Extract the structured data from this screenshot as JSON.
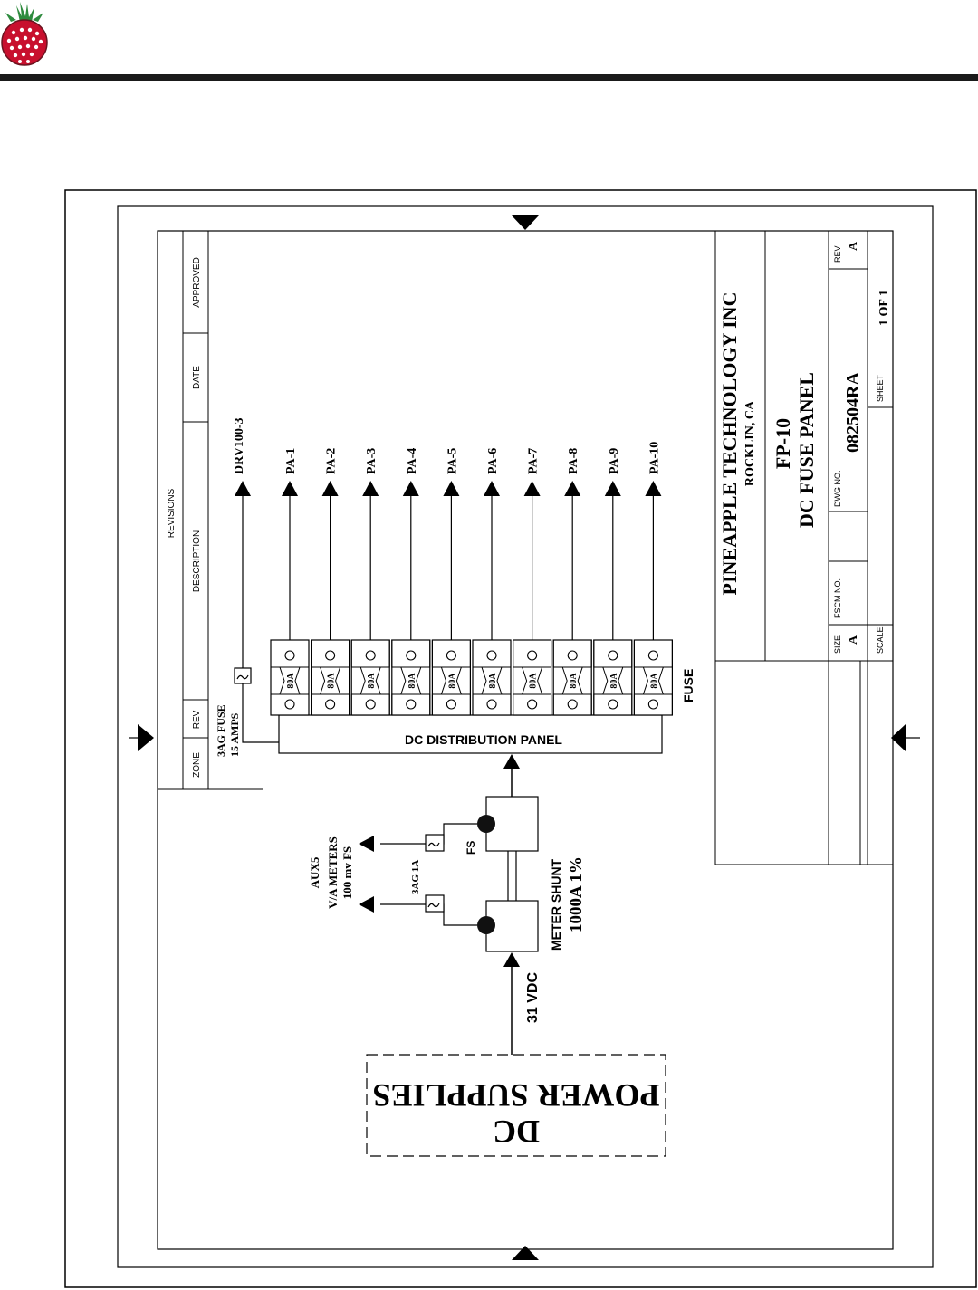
{
  "revisions": {
    "title": "REVISIONS",
    "columns": [
      "ZONE",
      "REV",
      "DESCRIPTION",
      "DATE",
      "APPROVED"
    ]
  },
  "title_block": {
    "company": "PINEAPPLE TECHNOLOGY INC",
    "location": "ROCKLIN, CA",
    "model": "FP-10",
    "drawing_title": "DC FUSE PANEL",
    "size_label": "SIZE",
    "size_value": "A",
    "fscm_label": "FSCM  NO.",
    "fscm_value": "",
    "dwg_label": "DWG  NO.",
    "dwg_value": "082504RA",
    "rev_label": "REV",
    "rev_value": "A",
    "scale_label": "SCALE",
    "scale_value": "",
    "sheet_label": "SHEET",
    "sheet_value": "1 OF 1"
  },
  "diagram": {
    "drv_fuse_label_1": "3AG FUSE",
    "drv_fuse_label_2": "15 AMPS",
    "drv_output": "DRV100-3",
    "outputs": [
      "PA-1",
      "PA-2",
      "PA-3",
      "PA-4",
      "PA-5",
      "PA-6",
      "PA-7",
      "PA-8",
      "PA-9",
      "PA-10"
    ],
    "fuse_rating": "80A",
    "fuse_label": "FUSE",
    "panel_label": "DC DISTRIBUTION PANEL",
    "aux_label_1": "AUX5",
    "aux_label_2": "V/A METERS",
    "aux_label_3": "100 mv FS",
    "aux_fuse_label": "3AG 1A",
    "fs_label": "FS",
    "shunt_label_1": "METER SHUNT",
    "shunt_label_2": "1000A 1%",
    "input_label": "31 VDC",
    "supply_label_1": "DC",
    "supply_label_2": "POWER SUPPLIES"
  }
}
